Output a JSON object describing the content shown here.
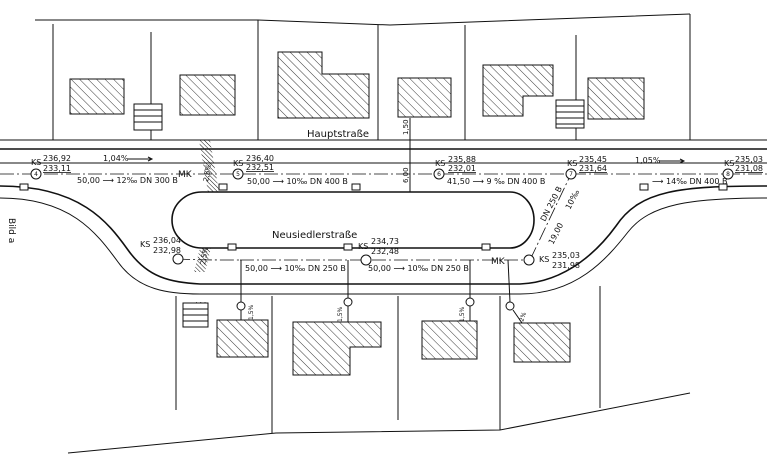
{
  "figure_label": "Bild a",
  "streets": {
    "main": "Hauptstraße",
    "loop": "Neusiedlerstraße"
  },
  "dimensions": {
    "d_150": "1,50",
    "d_600": "6,00"
  },
  "manholes": [
    {
      "id": "KS1",
      "prefix": "KS",
      "top": "236,92",
      "invert": "233,11",
      "num": "4"
    },
    {
      "id": "KS2",
      "prefix": "KS",
      "top": "236,40",
      "invert": "232,51",
      "num": "5"
    },
    {
      "id": "KS3",
      "prefix": "KS",
      "top": "235,88",
      "invert": "232,01",
      "num": "6"
    },
    {
      "id": "KS4",
      "prefix": "KS",
      "top": "235,45",
      "invert": "231,64",
      "num": "7"
    },
    {
      "id": "KS5",
      "prefix": "KS",
      "top": "235,03",
      "invert": "231,08",
      "num": "8"
    },
    {
      "id": "KS6",
      "prefix": "KS",
      "top": "236,04",
      "invert": "232,98",
      "num": ""
    },
    {
      "id": "KS7",
      "prefix": "KS",
      "top": "234,73",
      "invert": "232,48",
      "num": ""
    },
    {
      "id": "KS8",
      "prefix": "KS",
      "top": "235,03",
      "invert": "231,98",
      "num": ""
    }
  ],
  "pipes": {
    "p1": "50,00 ⟶ 12‰ DN 300 B",
    "p2": "50,00 ⟶ 10‰ DN 400 B",
    "p3": "41,50 ⟶ 9 ‰ DN 400 B",
    "p4": "⟶ 14‰ DN 400 B",
    "p5": "50,00 ⟶ 10‰ DN 250 B",
    "p6": "50,00 ⟶ 10‰ DN 250 B",
    "diag_dn": "DN 250 B",
    "diag_slope": "10‰",
    "diag_len": "19,00"
  },
  "slopes": {
    "s1": "1,04%",
    "s2": "1,05%",
    "cross1": "2,5%",
    "cross2": "2,5%"
  },
  "connection_slopes": {
    "c1": "1,5%",
    "c2": "1,5%",
    "c3": "1,5%",
    "c4": "2%"
  },
  "marks": {
    "mk1": "MK",
    "mk2": "MK"
  }
}
